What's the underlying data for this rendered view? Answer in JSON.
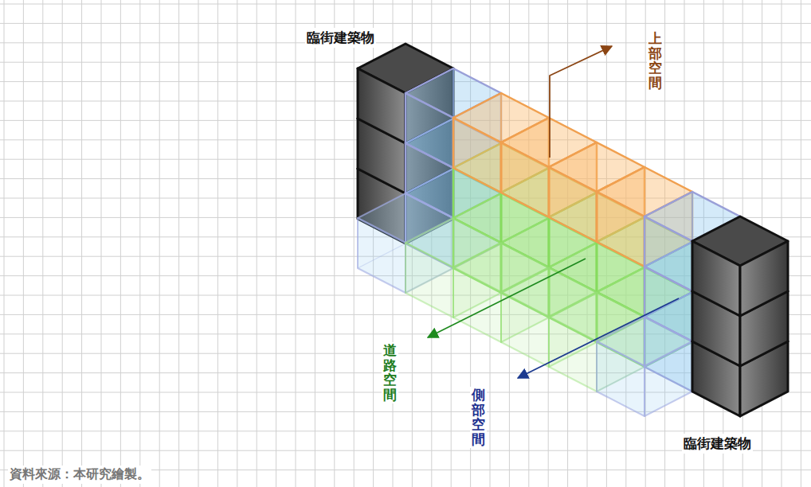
{
  "diagram": {
    "caption": "資料來源：本研究繪製。",
    "labels": [
      "臨街建築物",
      "上部空間",
      "道路空間",
      "側部空間",
      "臨街建築物"
    ]
  }
}
